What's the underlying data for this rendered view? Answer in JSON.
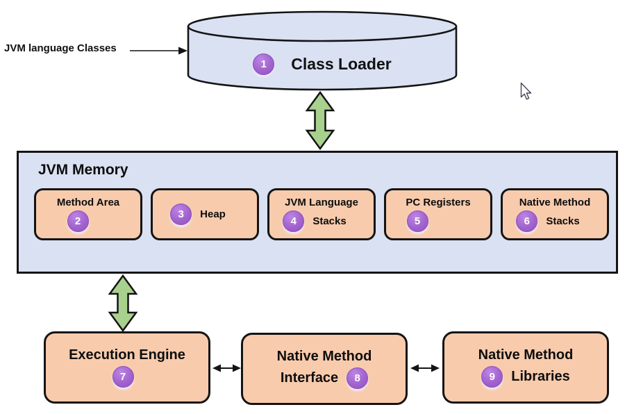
{
  "colors": {
    "container_fill": "#d9e1f2",
    "component_fill": "#f8cbad",
    "badge_fill": "#a263ce",
    "arrow_green": "#a9d18e",
    "outline": "#141414"
  },
  "input_label": "JVM language Classes",
  "class_loader": {
    "badge": "1",
    "label": "Class Loader"
  },
  "memory": {
    "title": "JVM Memory",
    "items": [
      {
        "badge": "2",
        "label": "Method Area"
      },
      {
        "badge": "3",
        "label": "Heap"
      },
      {
        "badge": "4",
        "line1": "JVM Language",
        "line2": "Stacks"
      },
      {
        "badge": "5",
        "label": "PC Registers"
      },
      {
        "badge": "6",
        "line1": "Native Method",
        "line2": "Stacks"
      }
    ]
  },
  "engine": {
    "badge": "7",
    "label": "Execution Engine"
  },
  "nmi": {
    "badge": "8",
    "line1": "Native Method",
    "line2": "Interface"
  },
  "nml": {
    "badge": "9",
    "line1": "Native Method",
    "line2": "Libraries"
  }
}
